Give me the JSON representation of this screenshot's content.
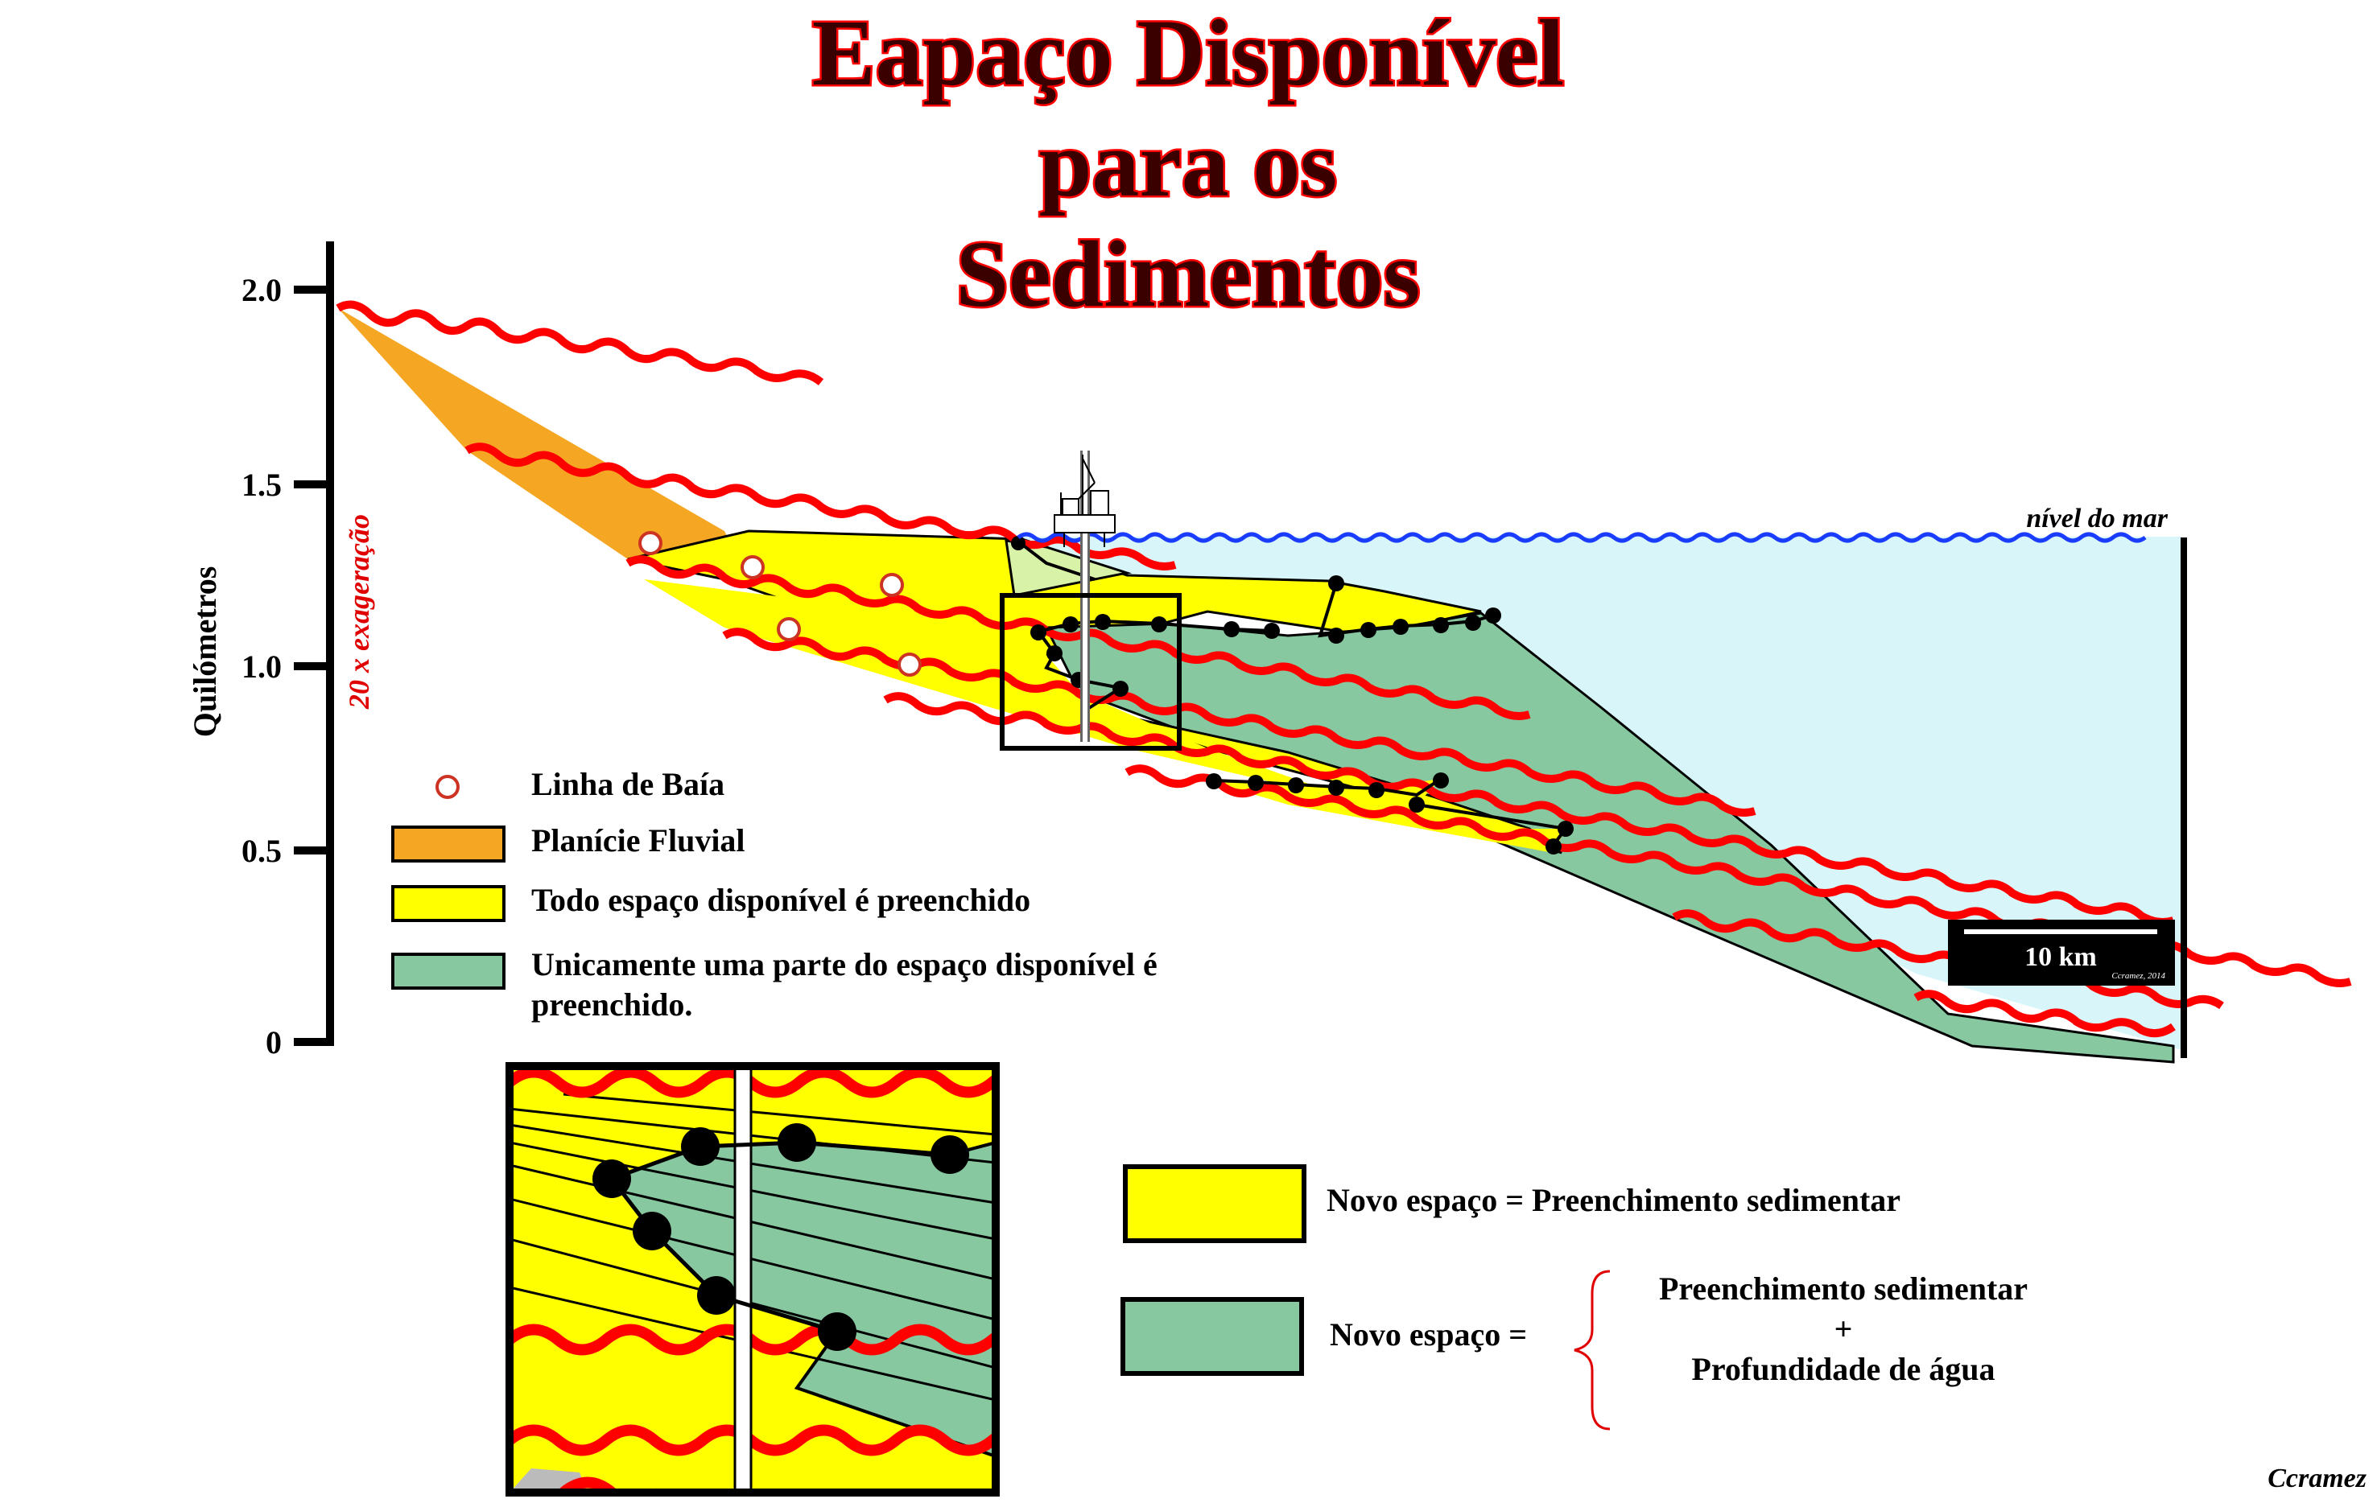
{
  "title": {
    "line1": "Eapaço Disponível",
    "line2": "para os",
    "line3": "Sedimentos"
  },
  "axis": {
    "ylabel": "Quilómetros",
    "ticks": [
      "2.0",
      "1.5",
      "1.0",
      "0.5",
      "0"
    ],
    "exaggeration": "20 x exageração"
  },
  "sea_level_label": "nível do mar",
  "scale_bar": {
    "label": "10 km",
    "credit": "Ccramez, 2014"
  },
  "legend": {
    "items": [
      {
        "label": "Linha de Baía",
        "symbol": "open-circle-icon",
        "color": "#cc3322"
      },
      {
        "label": "Planície Fluvial",
        "symbol": "orange-swatch",
        "color": "#f5a623"
      },
      {
        "label": "Todo espaço disponível é preenchido",
        "symbol": "yellow-swatch",
        "color": "#ffff00"
      },
      {
        "label_line1": "Unicamente uma parte do espaço disponível é",
        "label_line2": "preenchido.",
        "symbol": "green-swatch",
        "color": "#88c8a0"
      }
    ]
  },
  "notes": {
    "yellow": "Novo espaço = Preenchimento sedimentar",
    "green_prefix": "Novo espaço =",
    "green_top": "Preenchimento sedimentar",
    "green_plus": "+",
    "green_bottom": "Profundidade de água"
  },
  "credit": "Ccramez",
  "colors": {
    "sea": "#d8f6fa",
    "yellow": "#ffff00",
    "green": "#88c8a0",
    "orange": "#f5a623",
    "red_line": "#ff0000",
    "sea_surface": "#1a3cff"
  }
}
